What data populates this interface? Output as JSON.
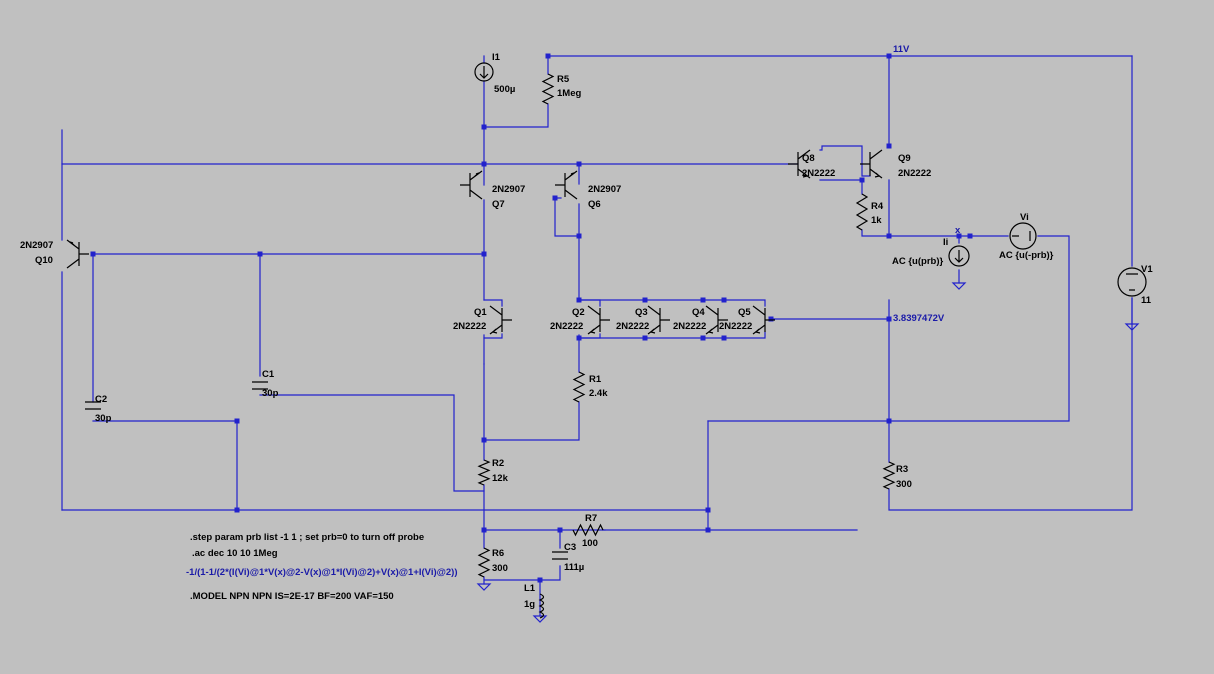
{
  "colors": {
    "background": "#c0c0c0",
    "wire": "#2222cc",
    "component": "#000000",
    "directive": "#000000",
    "net_label": "#1a1aa8"
  },
  "components": {
    "I1": {
      "name": "I1",
      "value": "500µ"
    },
    "R5": {
      "name": "R5",
      "value": "1Meg"
    },
    "Q7": {
      "name": "Q7",
      "model": "2N2907"
    },
    "Q6": {
      "name": "Q6",
      "model": "2N2907"
    },
    "Q8": {
      "name": "Q8",
      "model": "2N2222"
    },
    "Q9": {
      "name": "Q9",
      "model": "2N2222"
    },
    "R4": {
      "name": "R4",
      "value": "1k"
    },
    "Q10": {
      "name": "Q10",
      "model": "2N2907"
    },
    "Q1": {
      "name": "Q1",
      "model": "2N2222"
    },
    "Q2": {
      "name": "Q2",
      "model": "2N2222"
    },
    "Q3": {
      "name": "Q3",
      "model": "2N2222"
    },
    "Q4": {
      "name": "Q4",
      "model": "2N2222"
    },
    "Q5": {
      "name": "Q5",
      "model": "2N2222"
    },
    "C1": {
      "name": "C1",
      "value": "30p"
    },
    "C2": {
      "name": "C2",
      "value": "30p"
    },
    "R1": {
      "name": "R1",
      "value": "2.4k"
    },
    "R2": {
      "name": "R2",
      "value": "12k"
    },
    "R3": {
      "name": "R3",
      "value": "300"
    },
    "R6": {
      "name": "R6",
      "value": "300"
    },
    "R7": {
      "name": "R7",
      "value": "100"
    },
    "C3": {
      "name": "C3",
      "value": "111µ"
    },
    "L1": {
      "name": "L1",
      "value": "1g"
    },
    "Ii": {
      "name": "Ii",
      "value": "AC {u(prb)}"
    },
    "Vi": {
      "name": "Vi",
      "value": "AC {u(-prb)}"
    },
    "V1": {
      "name": "V1",
      "value": "11"
    }
  },
  "nets": {
    "supply": "11V",
    "output": "3.8397472V",
    "probe": "x"
  },
  "directives": {
    "step": ".step param prb list -1 1 ; set prb=0 to turn off probe",
    "ac": ".ac dec 10 10 1Meg",
    "expression": "-1/(1-1/(2*(I(Vi)@1*V(x)@2-V(x)@1*I(Vi)@2)+V(x)@1+I(Vi)@2))",
    "model": ".MODEL NPN NPN IS=2E-17 BF=200 VAF=150"
  }
}
